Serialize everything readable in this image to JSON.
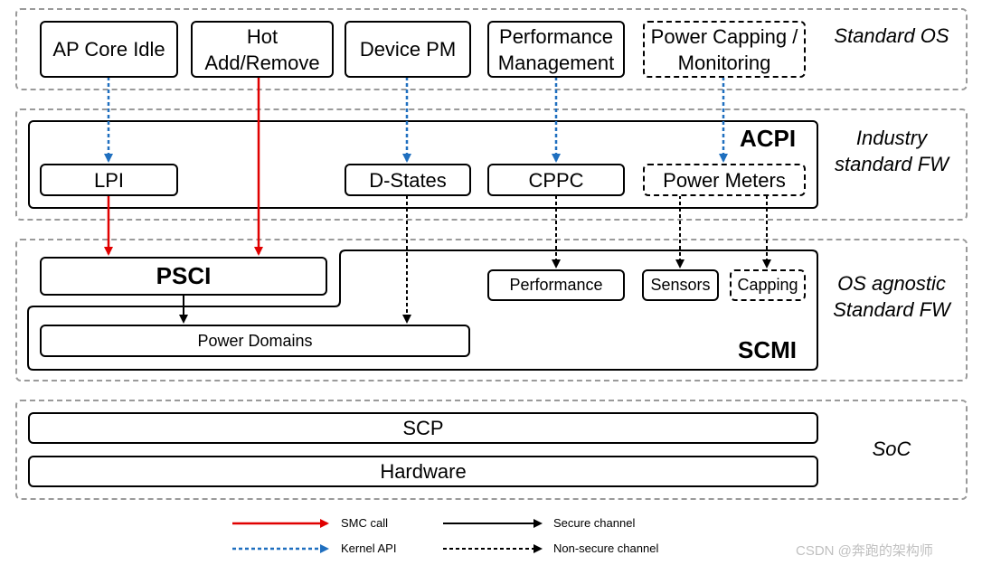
{
  "layers": {
    "os": "Standard OS",
    "fw": "Industry standard FW",
    "agnostic": "OS agnostic Standard FW",
    "soc": "SoC"
  },
  "os_boxes": {
    "ap_core_idle": "AP Core Idle",
    "hot_add": "Hot Add/Remove",
    "device_pm": "Device PM",
    "performance_mgmt": "Performance Management",
    "power_capping": "Power Capping / Monitoring"
  },
  "acpi": {
    "title": "ACPI",
    "lpi": "LPI",
    "d_states": "D-States",
    "cppc": "CPPC",
    "power_meters": "Power Meters"
  },
  "scmi": {
    "title": "SCMI",
    "psci": "PSCI",
    "performance": "Performance",
    "sensors": "Sensors",
    "capping": "Capping",
    "power_domains": "Power Domains"
  },
  "soc": {
    "scp": "SCP",
    "hardware": "Hardware"
  },
  "legend": {
    "smc": "SMC call",
    "kernel": "Kernel API",
    "secure": "Secure channel",
    "nonsecure": "Non-secure channel"
  },
  "colors": {
    "smc": "#e00000",
    "kernel": "#1f6fbf",
    "channel": "#000000",
    "layer_border": "#9a9a9a"
  },
  "watermark": "CSDN @奔跑的架构师"
}
